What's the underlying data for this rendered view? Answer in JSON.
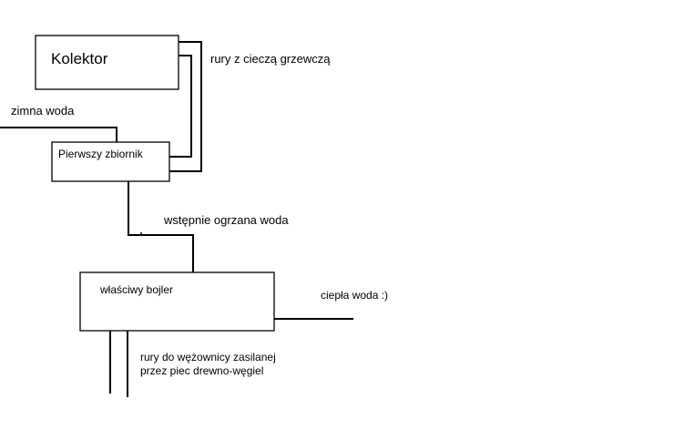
{
  "colors": {
    "line": "#000000",
    "background": "#ffffff",
    "box_fill": "#ffffff"
  },
  "labels": {
    "kolektor": "Kolektor",
    "heating_pipes": "rury z cieczą grzewczą",
    "cold_water": "zimna woda",
    "first_tank": "Pierwszy zbiornik",
    "preheated_water": "wstępnie ogrzana woda",
    "boiler": "właściwy bojler",
    "hot_water": "ciepła woda :)",
    "coil_pipes_line1": "rury do wężownicy zasilanej",
    "coil_pipes_line2": "przez piec drewno-węgiel"
  }
}
